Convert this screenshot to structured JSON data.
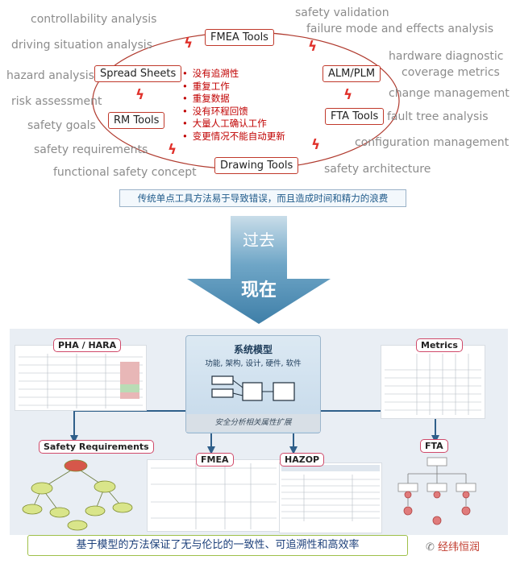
{
  "top": {
    "left_labels": [
      "controllability analysis",
      "driving situation analysis",
      "hazard analysis",
      "risk assessment",
      "safety goals",
      "safety requirements",
      "functional safety concept"
    ],
    "right_labels": [
      "safety validation",
      "failure mode and effects analysis",
      "hardware diagnostic",
      "coverage metrics",
      "change management",
      "fault tree analysis",
      "configuration management",
      "safety architecture"
    ],
    "tools": {
      "fmea": "FMEA Tools",
      "spreadsheets": "Spread Sheets",
      "alm": "ALM/PLM",
      "rm": "RM Tools",
      "fta": "FTA Tools",
      "drawing": "Drawing Tools"
    },
    "problems": [
      "没有追溯性",
      "重复工作",
      "重复数据",
      "没有环程回馈",
      "大量人工确认工作",
      "变更情况不能自动更新"
    ],
    "caption": "传统单点工具方法易于导致错误，而且造成时间和精力的浪费",
    "accent_red": "#c0392b"
  },
  "transition": {
    "past": "过去",
    "now": "现在",
    "arrow_color": "#4d8fb5"
  },
  "bottom": {
    "system_model": {
      "title": "系统模型",
      "subtitle": "功能, 架构, 设计, 硬件, 软件",
      "band": "安全分析相关属性扩展"
    },
    "labels": {
      "pha": "PHA / HARA",
      "metrics": "Metrics",
      "safety_req": "Safety Requirements",
      "fmea": "FMEA",
      "hazop": "HAZOP",
      "fta": "FTA"
    },
    "caption": "基于模型的方法保证了无与伦比的一致性、可追溯性和高效率",
    "logo_text": "经纬恒润"
  }
}
